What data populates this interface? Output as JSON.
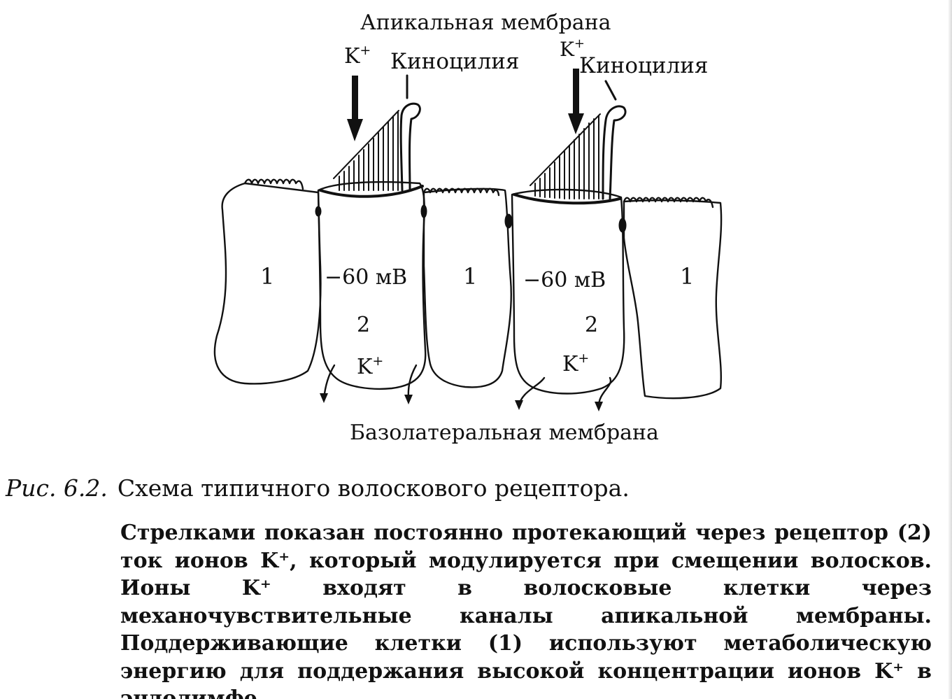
{
  "diagram": {
    "title_apical": "Апикальная мембрана",
    "title_basolateral": "Базолатеральная мембрана",
    "ion_label": "K",
    "ion_sup": "+",
    "kinocilium_label": "Киноцилия",
    "potential_label": "−60 мВ",
    "support_cell_number": "1",
    "hair_cell_number": "2",
    "ink_color": "#111111",
    "paper_color": "#ffffff"
  },
  "caption": {
    "label": "Рис. 6.2.",
    "title": "Схема типичного волоскового рецептора.",
    "body": "Стрелками показан постоянно протекающий через рецептор (2) ток ионов K⁺, который модулируется при смещении волосков. Ионы K⁺ входят в волосковые клетки через механочувствительные каналы апикальной мембраны. Поддерживающие клетки (1) используют метаболическую энергию для поддержания высокой концентрации ионов K⁺ в эндолимфе."
  }
}
